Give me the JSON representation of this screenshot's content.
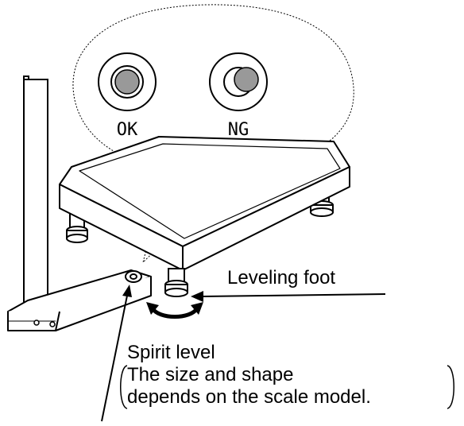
{
  "callout": {
    "ok_label": "OK",
    "ng_label": "NG"
  },
  "labels": {
    "leveling_foot": "Leveling foot",
    "spirit_level": "Spirit level",
    "note_line1": "The size and shape",
    "note_line2": "depends on the scale model."
  },
  "colors": {
    "line": "#000000",
    "bubble": "#999999",
    "background": "#ffffff"
  }
}
